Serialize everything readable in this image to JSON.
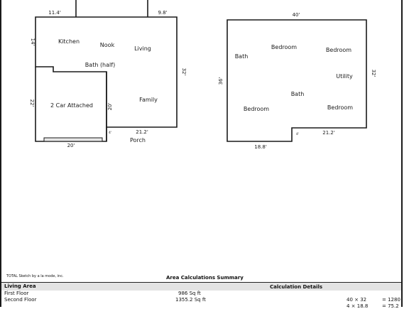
{
  "first_floor": {
    "rooms": {
      "kitchen": "Kitchen",
      "nook": "Nook",
      "living": "Living",
      "bath_half": "Bath (half)",
      "garage": "2 Car Attached",
      "family": "Family",
      "porch": "Porch"
    },
    "dims": {
      "top_left": "11.4'",
      "top_right": "9.8'",
      "left_small": "14'",
      "left_garage": "22'",
      "right": "32'",
      "garage_inner": "20'",
      "bottom_garage": "20'",
      "bottom_right": "21.2'",
      "porch_small": "4'"
    }
  },
  "second_floor": {
    "rooms": {
      "bath_1": "Bath",
      "bedroom_1": "Bedroom",
      "bedroom_2": "Bedroom",
      "utility": "Utility",
      "bath_2": "Bath",
      "bedroom_3": "Bedroom",
      "bedroom_4": "Bedroom"
    },
    "dims": {
      "top": "40'",
      "left": "36'",
      "right": "32'",
      "bottom_left": "18.8'",
      "bottom_right": "21.2'",
      "step": "4'"
    }
  },
  "footer": {
    "software": "TOTAL Sketch by a la mode, inc.",
    "summary_title": "Area Calculations Summary"
  },
  "summary": {
    "living_area_label": "Living Area",
    "calc_details_label": "Calculation Details",
    "rows": [
      {
        "name": "First Floor",
        "area": "986 Sq ft",
        "calc": "40 × 32",
        "result": "= 1280"
      },
      {
        "name": "Second Floor",
        "area": "1355.2 Sq ft",
        "calc": "4 × 18.8",
        "result": "= 75.2"
      }
    ]
  }
}
